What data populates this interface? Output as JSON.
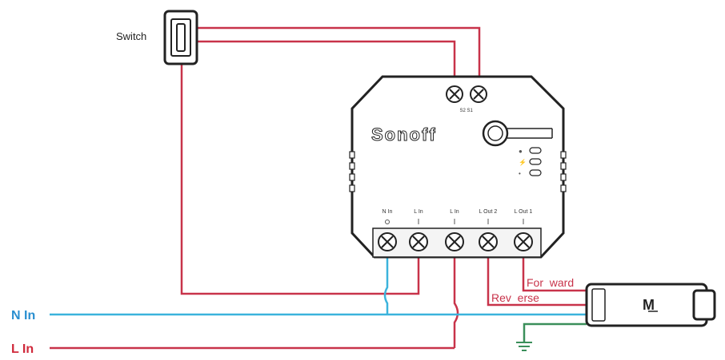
{
  "switch": {
    "label": "Switch"
  },
  "module": {
    "brand": "Sonoff",
    "top_terminals": {
      "label": "S2 S1"
    },
    "bottom_terminals": [
      {
        "label": "N In"
      },
      {
        "label": "L In"
      },
      {
        "label": "L In"
      },
      {
        "label": "L Out 2"
      },
      {
        "label": "L Out 1"
      }
    ]
  },
  "mains": {
    "neutral_label": "N In",
    "live_label": "L In"
  },
  "motor": {
    "label": "M",
    "forward_label": "For  ward",
    "reverse_label": "Rev  erse"
  },
  "colors": {
    "live_wire": "#c8334a",
    "neutral_wire": "#3bb3dc",
    "ground_wire": "#3a8f5a",
    "outline": "#222222",
    "neutral_text": "#2a8fd0",
    "live_text": "#d0293b"
  }
}
